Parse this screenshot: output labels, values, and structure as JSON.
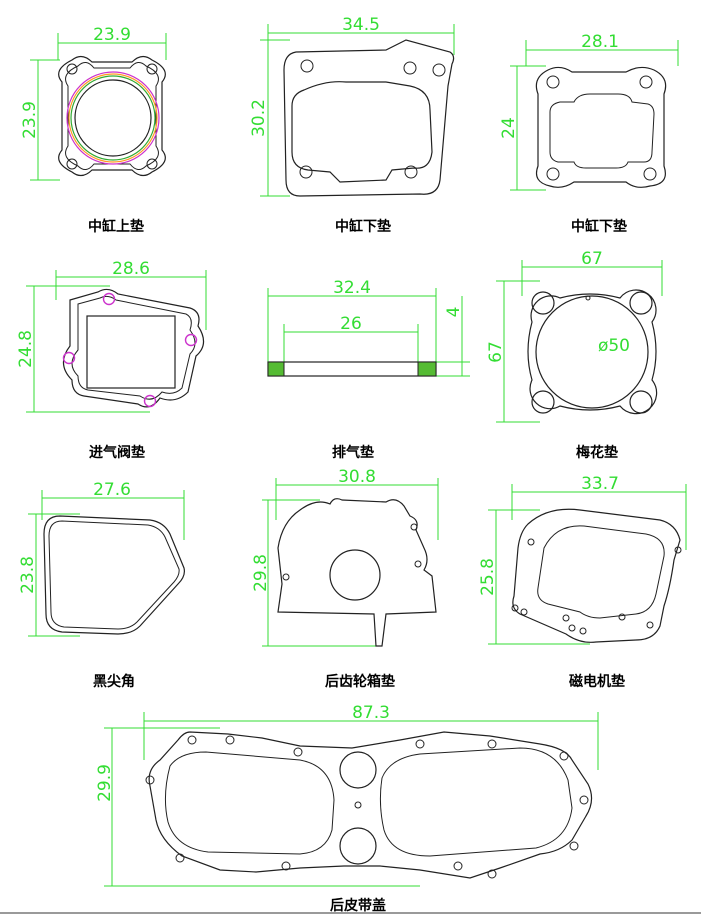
{
  "colors": {
    "dimension": "#33dd33",
    "outline": "#222222",
    "caption": "#000000",
    "accent_ring": "#cc33cc",
    "hatch": "#55bb33"
  },
  "parts": [
    {
      "caption": "中缸上垫",
      "width": "23.9",
      "height": "23.9"
    },
    {
      "caption": "中缸下垫",
      "width": "34.5",
      "height": "30.2"
    },
    {
      "caption": "中缸下垫",
      "width": "28.1",
      "height": "24"
    },
    {
      "caption": "进气阀垫",
      "width": "28.6",
      "height": "24.8"
    },
    {
      "caption": "排气垫",
      "width": "32.4",
      "inner": "26",
      "thickness": "4"
    },
    {
      "caption": "梅花垫",
      "width": "67",
      "height": "67",
      "bore": "ø50"
    },
    {
      "caption": "黑尖角",
      "width": "27.6",
      "height": "23.8"
    },
    {
      "caption": "后齿轮箱垫",
      "width": "30.8",
      "height": "29.8"
    },
    {
      "caption": "磁电机垫",
      "width": "33.7",
      "height": "25.8"
    },
    {
      "caption": "后皮带盖",
      "width": "87.3",
      "height": "29.9"
    }
  ]
}
